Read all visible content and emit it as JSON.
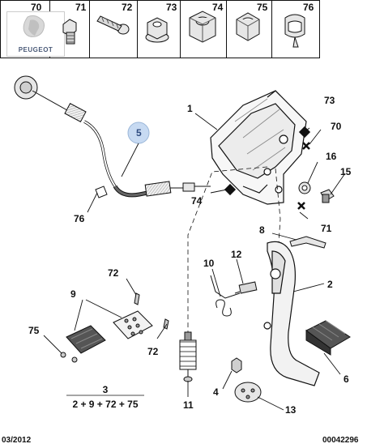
{
  "brand": {
    "name": "PEUGEOT"
  },
  "header_parts": [
    {
      "number": "70",
      "icon": "brand-logo"
    },
    {
      "number": "71",
      "icon": "flange-bolt-icon"
    },
    {
      "number": "72",
      "icon": "screw-icon"
    },
    {
      "number": "73",
      "icon": "flange-nut-icon"
    },
    {
      "number": "74",
      "icon": "hex-nut-icon"
    },
    {
      "number": "75",
      "icon": "cap-nut-icon"
    },
    {
      "number": "76",
      "icon": "cable-clip-icon"
    }
  ],
  "callouts": {
    "c1": "1",
    "c2": "2",
    "c4": "4",
    "c5": "5",
    "c6": "6",
    "c8": "8",
    "c9": "9",
    "c10": "10",
    "c11": "11",
    "c12": "12",
    "c13": "13",
    "c15": "15",
    "c16": "16",
    "c70": "70",
    "c71": "71",
    "c72a": "72",
    "c72b": "72",
    "c73": "73",
    "c74": "74",
    "c75": "75",
    "c76": "76"
  },
  "kit": {
    "number": "3",
    "formula": "2 + 9 + 72 + 75"
  },
  "footer": {
    "date": "03/2012",
    "reference": "00042296"
  },
  "colors": {
    "line": "#111111",
    "highlight": "#c7daf2",
    "part_fill": "#f2f2f2",
    "part_dark": "#555555"
  }
}
